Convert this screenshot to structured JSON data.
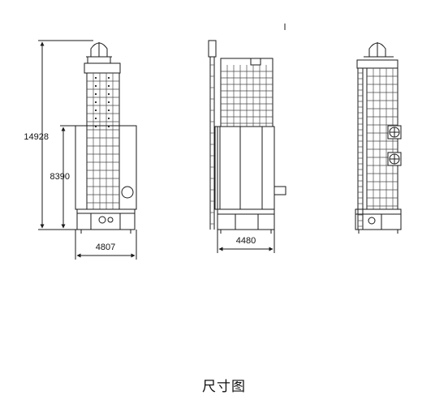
{
  "dimensions": {
    "total_height": "14928",
    "lower_height": "8390",
    "front_width": "4807",
    "side_width": "4480"
  },
  "caption": "尺寸图",
  "colors": {
    "line": "#1a1a1a",
    "grid": "#4a4a4a"
  }
}
